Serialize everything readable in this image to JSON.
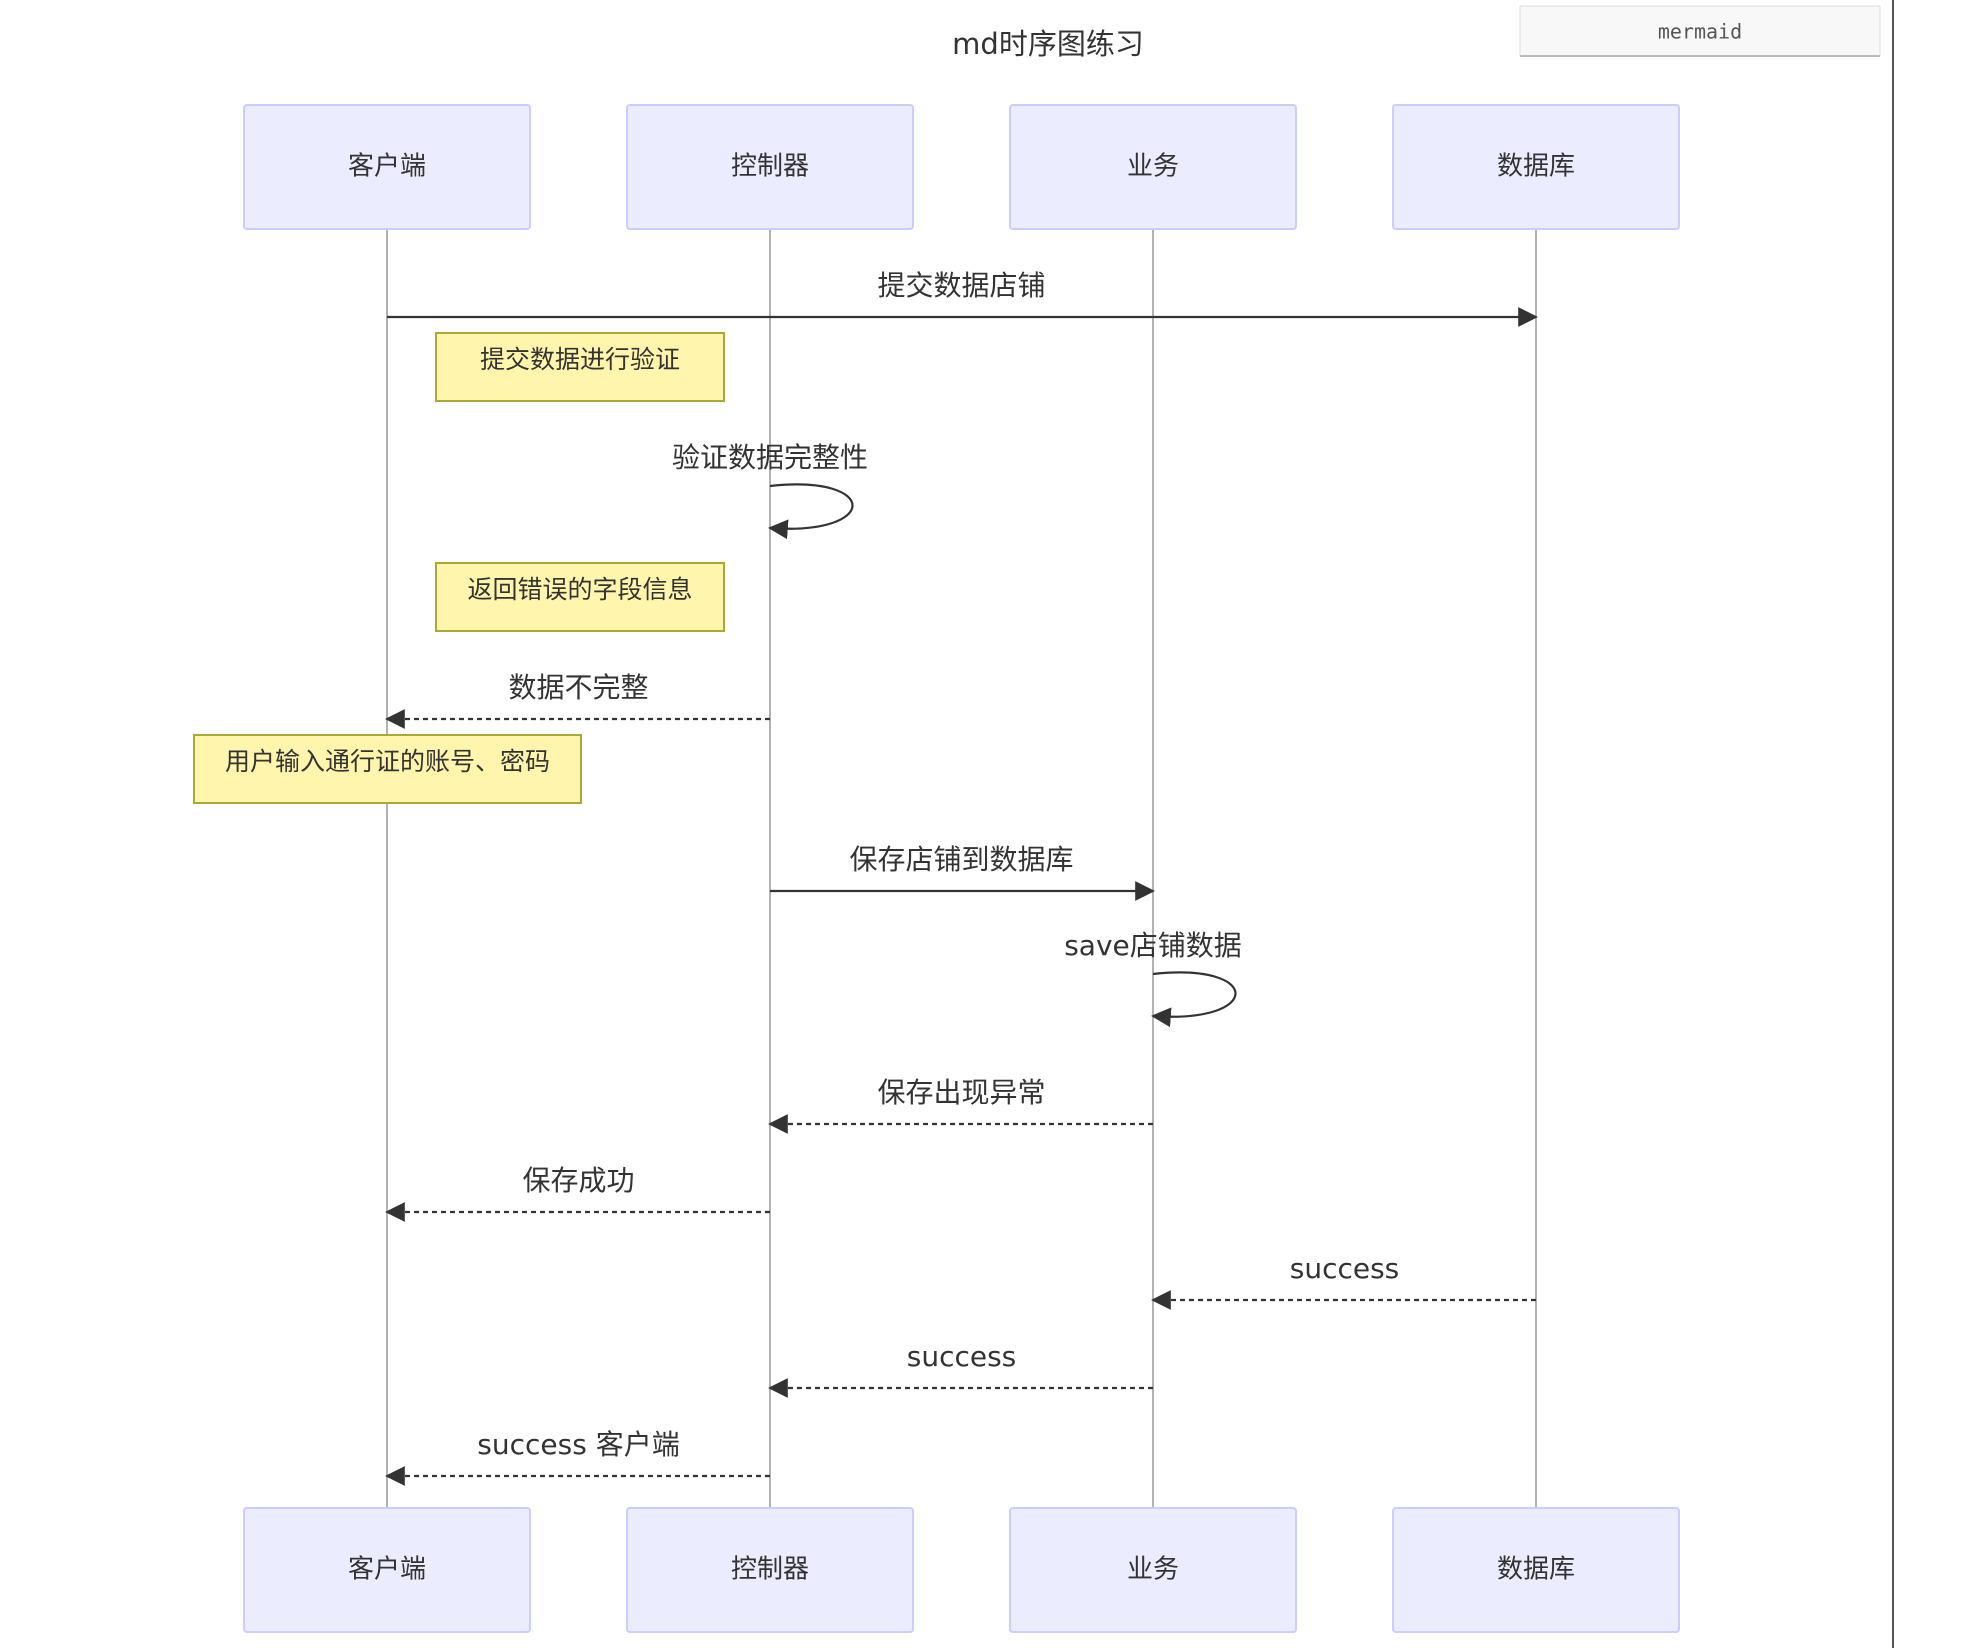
{
  "badge": {
    "label": "mermaid"
  },
  "diagram": {
    "title": "md时序图练习",
    "participants": [
      {
        "id": "client",
        "label": "客户端"
      },
      {
        "id": "controller",
        "label": "控制器"
      },
      {
        "id": "service",
        "label": "业务"
      },
      {
        "id": "db",
        "label": "数据库"
      }
    ],
    "steps": [
      {
        "kind": "message",
        "from": "client",
        "to": "db",
        "style": "solid",
        "label": "提交数据店铺"
      },
      {
        "kind": "note",
        "over": "client-controller",
        "text": "提交数据进行验证"
      },
      {
        "kind": "self",
        "at": "controller",
        "style": "solid",
        "label": "验证数据完整性"
      },
      {
        "kind": "note",
        "over": "client-controller",
        "text": "返回错误的字段信息"
      },
      {
        "kind": "message",
        "from": "controller",
        "to": "client",
        "style": "dashed",
        "label": "数据不完整"
      },
      {
        "kind": "note",
        "over": "client",
        "text": "用户输入通行证的账号、密码"
      },
      {
        "kind": "message",
        "from": "controller",
        "to": "service",
        "style": "solid",
        "label": "保存店铺到数据库"
      },
      {
        "kind": "self",
        "at": "service",
        "style": "solid",
        "label": "save店铺数据"
      },
      {
        "kind": "message",
        "from": "service",
        "to": "controller",
        "style": "dashed",
        "label": "保存出现异常"
      },
      {
        "kind": "message",
        "from": "controller",
        "to": "client",
        "style": "dashed",
        "label": "保存成功"
      },
      {
        "kind": "message",
        "from": "db",
        "to": "service",
        "style": "dashed",
        "label": "success"
      },
      {
        "kind": "message",
        "from": "service",
        "to": "controller",
        "style": "dashed",
        "label": "success"
      },
      {
        "kind": "message",
        "from": "controller",
        "to": "client",
        "style": "dashed",
        "label": "success 客户端"
      }
    ]
  },
  "colors": {
    "actor_fill": "#ECECFF",
    "actor_stroke": "#CCCCFF",
    "note_fill": "#FFF5AD",
    "note_stroke": "#AAAA33",
    "line": "#333333",
    "lifeline": "#999999",
    "text": "#333333"
  }
}
